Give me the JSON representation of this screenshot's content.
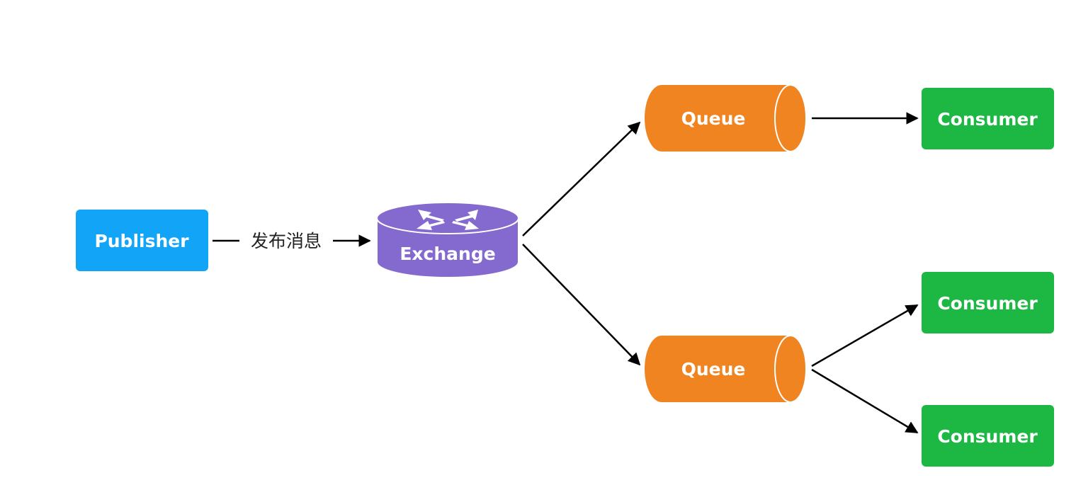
{
  "diagram": {
    "publisher": {
      "label": "Publisher",
      "color": "#12A5F7"
    },
    "exchange": {
      "label": "Exchange",
      "color": "#8469CF",
      "icon": "exchange-arrows-icon"
    },
    "edge_publish": {
      "label": "发布消息"
    },
    "queues": [
      {
        "label": "Queue",
        "color": "#F08421"
      },
      {
        "label": "Queue",
        "color": "#F08421"
      }
    ],
    "consumers": [
      {
        "label": "Consumer",
        "color": "#1DB744"
      },
      {
        "label": "Consumer",
        "color": "#1DB744"
      },
      {
        "label": "Consumer",
        "color": "#1DB744"
      }
    ]
  }
}
